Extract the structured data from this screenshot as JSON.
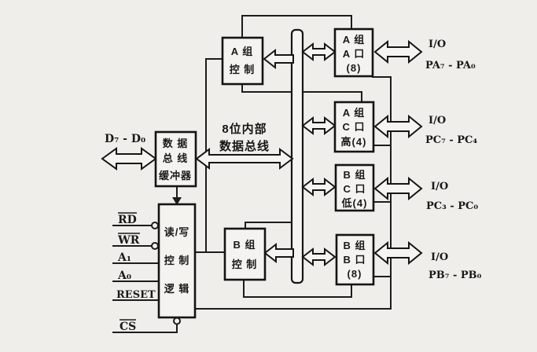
{
  "figure": {
    "internal_bus_label": {
      "line1": "8位内部",
      "line2": "数据总线"
    },
    "blocks": {
      "data_bus_buffer": {
        "line1": "数 据",
        "line2": "总 线",
        "line3": "缓冲器"
      },
      "rw_control_logic": {
        "line1": "读/写",
        "line2": "控 制",
        "line3": "逻 辑"
      },
      "group_a_control": {
        "line1": "A 组",
        "line2": "控 制"
      },
      "group_b_control": {
        "line1": "B 组",
        "line2": "控 制"
      },
      "port_a": {
        "line1": "A 组",
        "line2": "A 口",
        "line3": "(8)"
      },
      "port_c_high": {
        "line1": "A 组",
        "line2": "C 口",
        "line3": "高(4)"
      },
      "port_c_low": {
        "line1": "B 组",
        "line2": "C 口",
        "line3": "低(4)"
      },
      "port_b": {
        "line1": "B 组",
        "line2": "B 口",
        "line3": "(8)"
      }
    },
    "cpu_pins": {
      "data_bus": "D₇ - D₀",
      "rd": "RD",
      "wr": "WR",
      "a1": "A₁",
      "a0": "A₀",
      "reset": "RESET",
      "cs": "CS"
    },
    "io_ports": [
      {
        "io": "I/O",
        "range": "PA₇ - PA₀"
      },
      {
        "io": "I/O",
        "range": "PC₇ - PC₄"
      },
      {
        "io": "I/O",
        "range": "PC₃ - PC₀"
      },
      {
        "io": "I/O",
        "range": "PB₇ - PB₀"
      }
    ]
  }
}
